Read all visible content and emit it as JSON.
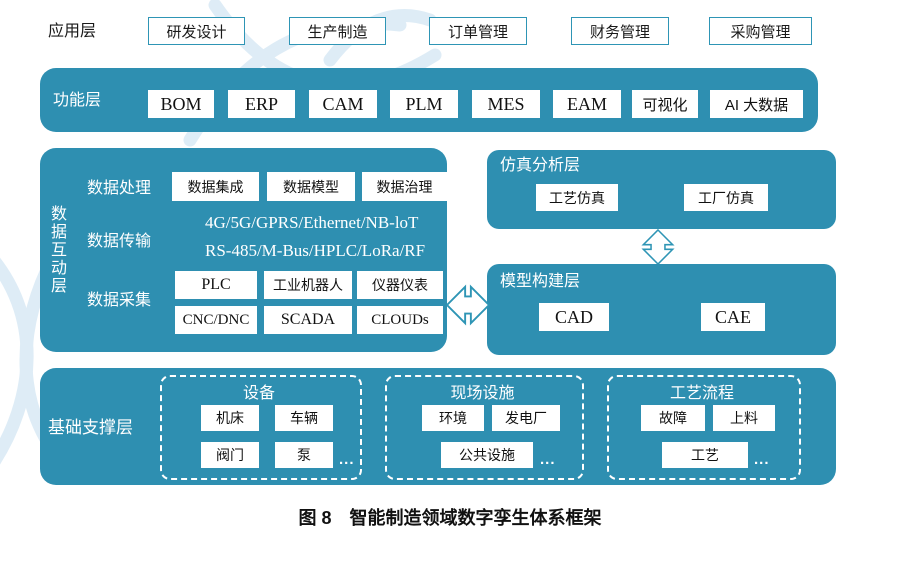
{
  "figure": {
    "caption": "图 8　智能制造领域数字孪生体系框架"
  },
  "palette": {
    "teal": "#2E8FB1",
    "box_border": "#2E95B5",
    "text": "#1A1A1A",
    "watermark": "#CDE3F2",
    "white": "#FFFFFF"
  },
  "app_layer": {
    "label": "应用层",
    "items": [
      "研发设计",
      "生产制造",
      "订单管理",
      "财务管理",
      "采购管理"
    ]
  },
  "function_layer": {
    "label": "功能层",
    "items": [
      "BOM",
      "ERP",
      "CAM",
      "PLM",
      "MES",
      "EAM",
      "可视化",
      "AI 大数据"
    ]
  },
  "data_layer": {
    "label": "数据互动层",
    "processing": {
      "label": "数据处理",
      "items": [
        "数据集成",
        "数据模型",
        "数据治理"
      ]
    },
    "transmission": {
      "label": "数据传输",
      "lines": [
        "4G/5G/GPRS/Ethernet/NB-loT",
        "RS-485/M-Bus/HPLC/LoRa/RF"
      ]
    },
    "collection": {
      "label": "数据采集",
      "row1": [
        "PLC",
        "工业机器人",
        "仪器仪表"
      ],
      "row2": [
        "CNC/DNC",
        "SCADA",
        "CLOUDs"
      ]
    }
  },
  "simulation_layer": {
    "label": "仿真分析层",
    "items": [
      "工艺仿真",
      "工厂仿真"
    ]
  },
  "model_layer": {
    "label": "模型构建层",
    "items": [
      "CAD",
      "CAE"
    ]
  },
  "support_layer": {
    "label": "基础支撑层",
    "groups": [
      {
        "title": "设备",
        "row1": [
          "机床",
          "车辆"
        ],
        "row2": [
          "阀门",
          "泵"
        ],
        "more": "..."
      },
      {
        "title": "现场设施",
        "row1": [
          "环境",
          "发电厂"
        ],
        "row2": [
          "公共设施"
        ],
        "more": "..."
      },
      {
        "title": "工艺流程",
        "row1": [
          "故障",
          "上料"
        ],
        "row2": [
          "工艺"
        ],
        "more": "..."
      }
    ]
  }
}
